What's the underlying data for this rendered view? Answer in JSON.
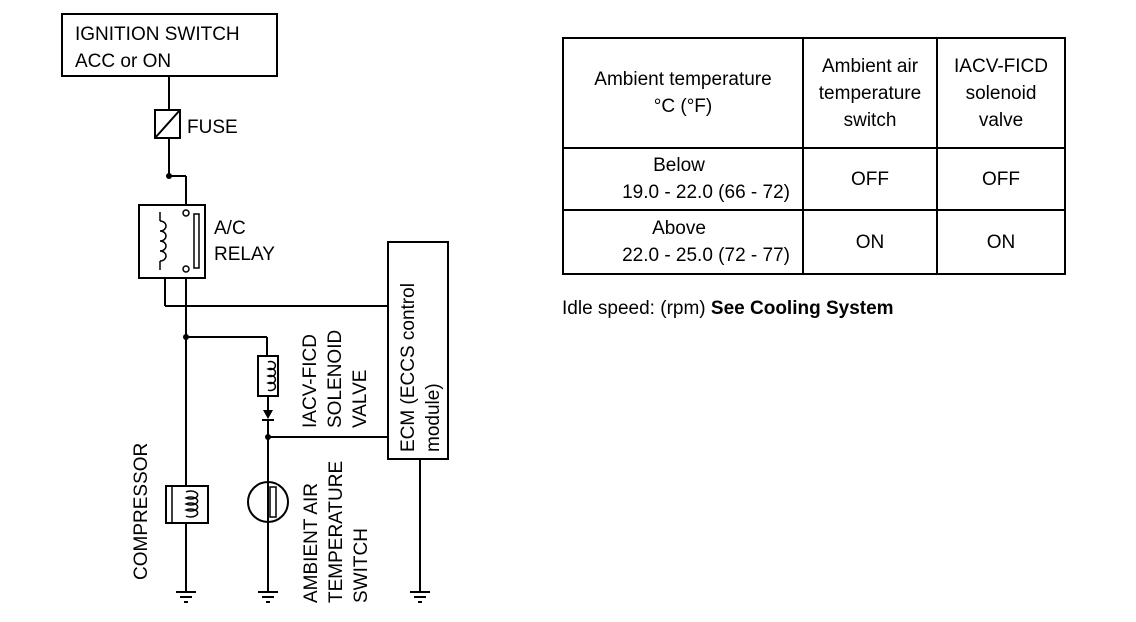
{
  "diagram": {
    "ignition_box": {
      "line1": "IGNITION SWITCH",
      "line2": "ACC or ON"
    },
    "fuse_label": "FUSE",
    "relay_label": {
      "line1": "A/C",
      "line2": "RELAY"
    },
    "ecm_label": {
      "line1": "ECM (ECCS control",
      "line2": "module)"
    },
    "iacv_label": {
      "line1": "IACV-FICD",
      "line2": "SOLENOID",
      "line3": "VALVE"
    },
    "compressor_label": "COMPRESSOR",
    "ambient_switch_label": {
      "line1": "AMBIENT AIR",
      "line2": "TEMPERATURE",
      "line3": "SWITCH"
    }
  },
  "table": {
    "headers": [
      {
        "line1": "Ambient temperature",
        "line2": "°C (°F)"
      },
      {
        "line1": "Ambient air",
        "line2": "temperature",
        "line3": "switch"
      },
      {
        "line1": "IACV-FICD",
        "line2": "solenoid",
        "line3": "valve"
      }
    ],
    "rows": [
      {
        "cond_line1": "Below",
        "cond_line2": "19.0 - 22.0 (66 - 72)",
        "switch": "OFF",
        "valve": "OFF"
      },
      {
        "cond_line1": "Above",
        "cond_line2": "22.0 - 25.0 (72 - 77)",
        "switch": "ON",
        "valve": "ON"
      }
    ]
  },
  "note": {
    "prefix": "Idle speed: (rpm)",
    "emphasis": "See Cooling System"
  }
}
